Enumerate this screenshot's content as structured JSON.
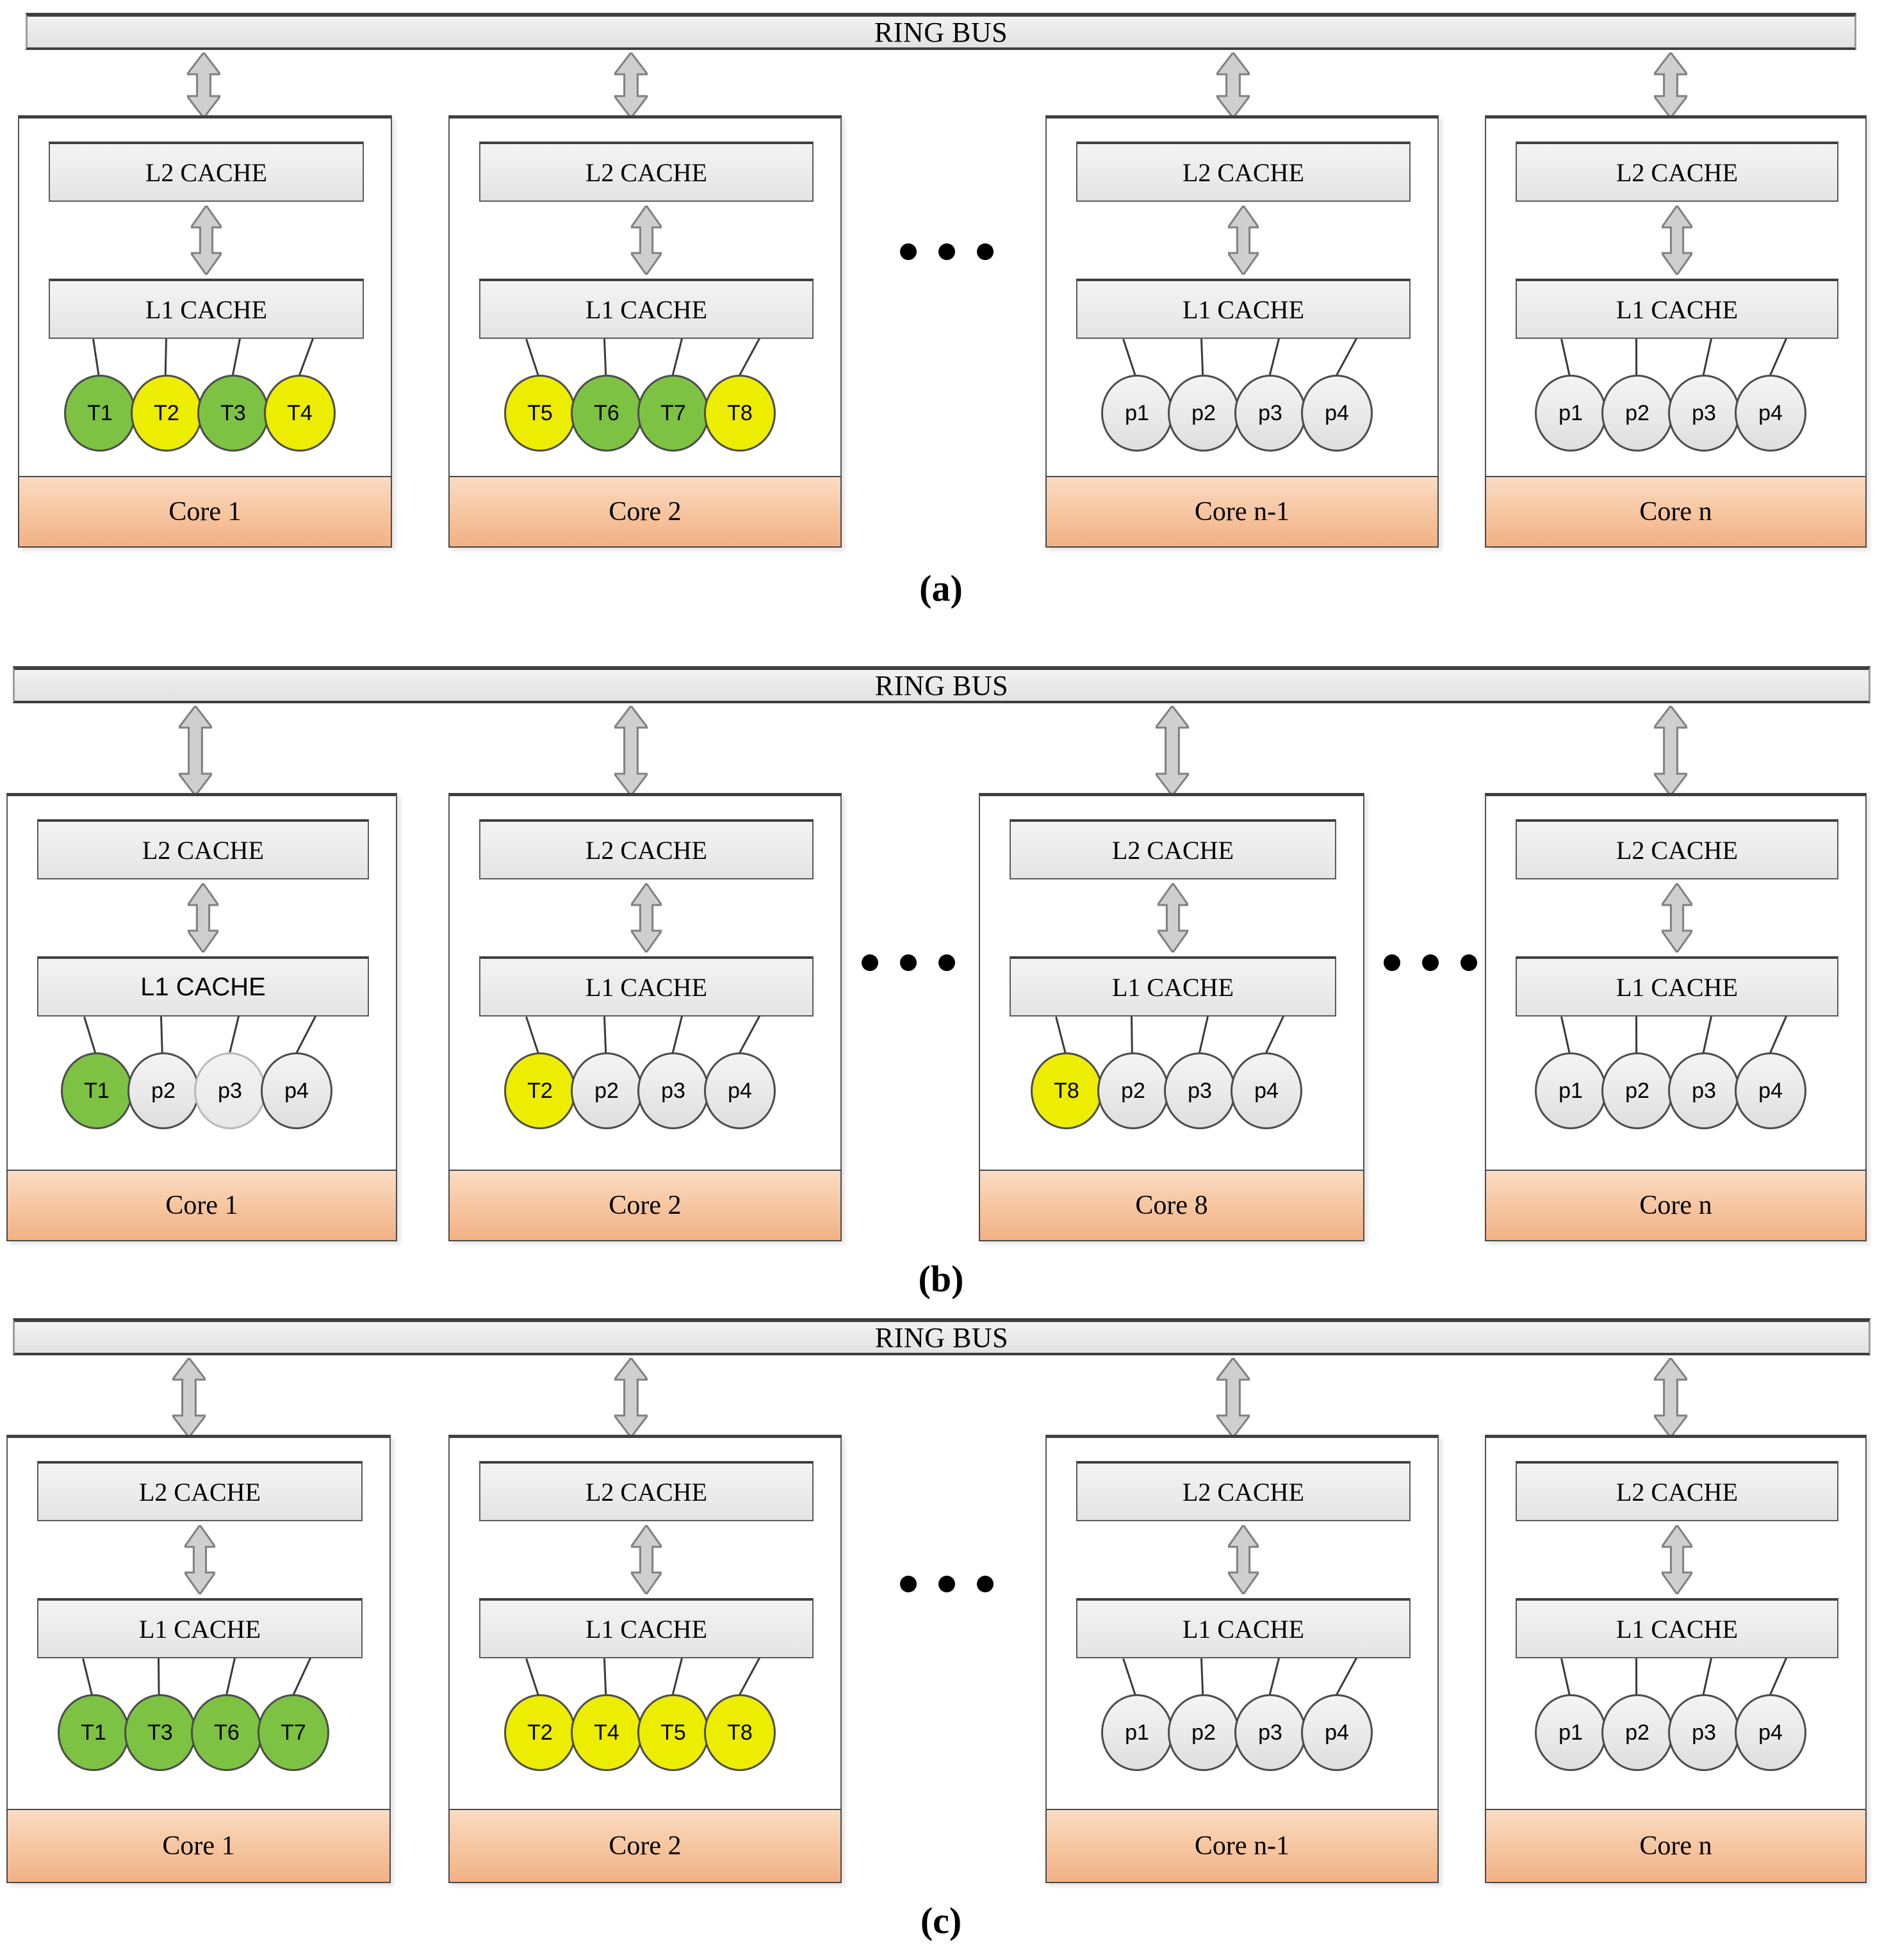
{
  "figure": {
    "caption_a": "(a)",
    "caption_b": "(b)",
    "caption_c": "(c)"
  },
  "labels": {
    "ring_bus": "RING BUS",
    "l2_cache": "L2 CACHE",
    "l1_cache": "L1 CACHE"
  },
  "colors": {
    "thread_green": "#7dc242",
    "thread_yellow": "#eded00",
    "process_grey": "#e9e9e9",
    "core_band": "#f6c49e",
    "cache_fill": "#ececec",
    "bus_fill": "#eaeaea",
    "outline": "#4c4c4c"
  },
  "panels": [
    {
      "id": "a",
      "caption": "(a)",
      "bus_label": "RING BUS",
      "cores": [
        {
          "name": "Core 1",
          "l2": "L2 CACHE",
          "l1": "L1 CACHE",
          "l1_font": "serif",
          "nodes": [
            {
              "label": "T1",
              "color": "green"
            },
            {
              "label": "T2",
              "color": "yellow"
            },
            {
              "label": "T3",
              "color": "green"
            },
            {
              "label": "T4",
              "color": "yellow"
            }
          ]
        },
        {
          "name": "Core 2",
          "l2": "L2 CACHE",
          "l1": "L1 CACHE",
          "l1_font": "serif",
          "nodes": [
            {
              "label": "T5",
              "color": "yellow"
            },
            {
              "label": "T6",
              "color": "green"
            },
            {
              "label": "T7",
              "color": "green"
            },
            {
              "label": "T8",
              "color": "yellow"
            }
          ]
        },
        {
          "name": "Core n-1",
          "l2": "L2 CACHE",
          "l1": "L1 CACHE",
          "l1_font": "serif",
          "nodes": [
            {
              "label": "p1",
              "color": "grey"
            },
            {
              "label": "p2",
              "color": "grey"
            },
            {
              "label": "p3",
              "color": "grey"
            },
            {
              "label": "p4",
              "color": "grey"
            }
          ]
        },
        {
          "name": "Core n",
          "l2": "L2 CACHE",
          "l1": "L1 CACHE",
          "l1_font": "serif",
          "nodes": [
            {
              "label": "p1",
              "color": "grey"
            },
            {
              "label": "p2",
              "color": "grey"
            },
            {
              "label": "p3",
              "color": "grey"
            },
            {
              "label": "p4",
              "color": "grey"
            }
          ]
        }
      ]
    },
    {
      "id": "b",
      "caption": "(b)",
      "bus_label": "RING BUS",
      "cores": [
        {
          "name": "Core 1",
          "l2": "L2 CACHE",
          "l1": "L1 CACHE",
          "l1_font": "sans",
          "nodes": [
            {
              "label": "T1",
              "color": "green"
            },
            {
              "label": "p2",
              "color": "grey"
            },
            {
              "label": "p3",
              "color": "greylight"
            },
            {
              "label": "p4",
              "color": "grey"
            }
          ]
        },
        {
          "name": "Core 2",
          "l2": "L2 CACHE",
          "l1": "L1 CACHE",
          "l1_font": "serif",
          "nodes": [
            {
              "label": "T2",
              "color": "yellow"
            },
            {
              "label": "p2",
              "color": "grey"
            },
            {
              "label": "p3",
              "color": "grey"
            },
            {
              "label": "p4",
              "color": "grey"
            }
          ]
        },
        {
          "name": "Core 8",
          "l2": "L2 CACHE",
          "l1": "L1 CACHE",
          "l1_font": "serif",
          "nodes": [
            {
              "label": "T8",
              "color": "yellow"
            },
            {
              "label": "p2",
              "color": "grey"
            },
            {
              "label": "p3",
              "color": "grey"
            },
            {
              "label": "p4",
              "color": "grey"
            }
          ]
        },
        {
          "name": "Core n",
          "l2": "L2 CACHE",
          "l1": "L1 CACHE",
          "l1_font": "serif",
          "nodes": [
            {
              "label": "p1",
              "color": "grey"
            },
            {
              "label": "p2",
              "color": "grey"
            },
            {
              "label": "p3",
              "color": "grey"
            },
            {
              "label": "p4",
              "color": "grey"
            }
          ]
        }
      ]
    },
    {
      "id": "c",
      "caption": "(c)",
      "bus_label": "RING BUS",
      "cores": [
        {
          "name": "Core 1",
          "l2": "L2 CACHE",
          "l1": "L1 CACHE",
          "l1_font": "serif",
          "nodes": [
            {
              "label": "T1",
              "color": "green"
            },
            {
              "label": "T3",
              "color": "green"
            },
            {
              "label": "T6",
              "color": "green"
            },
            {
              "label": "T7",
              "color": "green"
            }
          ]
        },
        {
          "name": "Core 2",
          "l2": "L2 CACHE",
          "l1": "L1 CACHE",
          "l1_font": "serif",
          "nodes": [
            {
              "label": "T2",
              "color": "yellow"
            },
            {
              "label": "T4",
              "color": "yellow"
            },
            {
              "label": "T5",
              "color": "yellow"
            },
            {
              "label": "T8",
              "color": "yellow"
            }
          ]
        },
        {
          "name": "Core n-1",
          "l2": "L2 CACHE",
          "l1": "L1 CACHE",
          "l1_font": "serif",
          "nodes": [
            {
              "label": "p1",
              "color": "grey"
            },
            {
              "label": "p2",
              "color": "grey"
            },
            {
              "label": "p3",
              "color": "grey"
            },
            {
              "label": "p4",
              "color": "grey"
            }
          ]
        },
        {
          "name": "Core n",
          "l2": "L2 CACHE",
          "l1": "L1 CACHE",
          "l1_font": "serif",
          "nodes": [
            {
              "label": "p1",
              "color": "grey"
            },
            {
              "label": "p2",
              "color": "grey"
            },
            {
              "label": "p3",
              "color": "grey"
            },
            {
              "label": "p4",
              "color": "grey"
            }
          ]
        }
      ]
    }
  ]
}
